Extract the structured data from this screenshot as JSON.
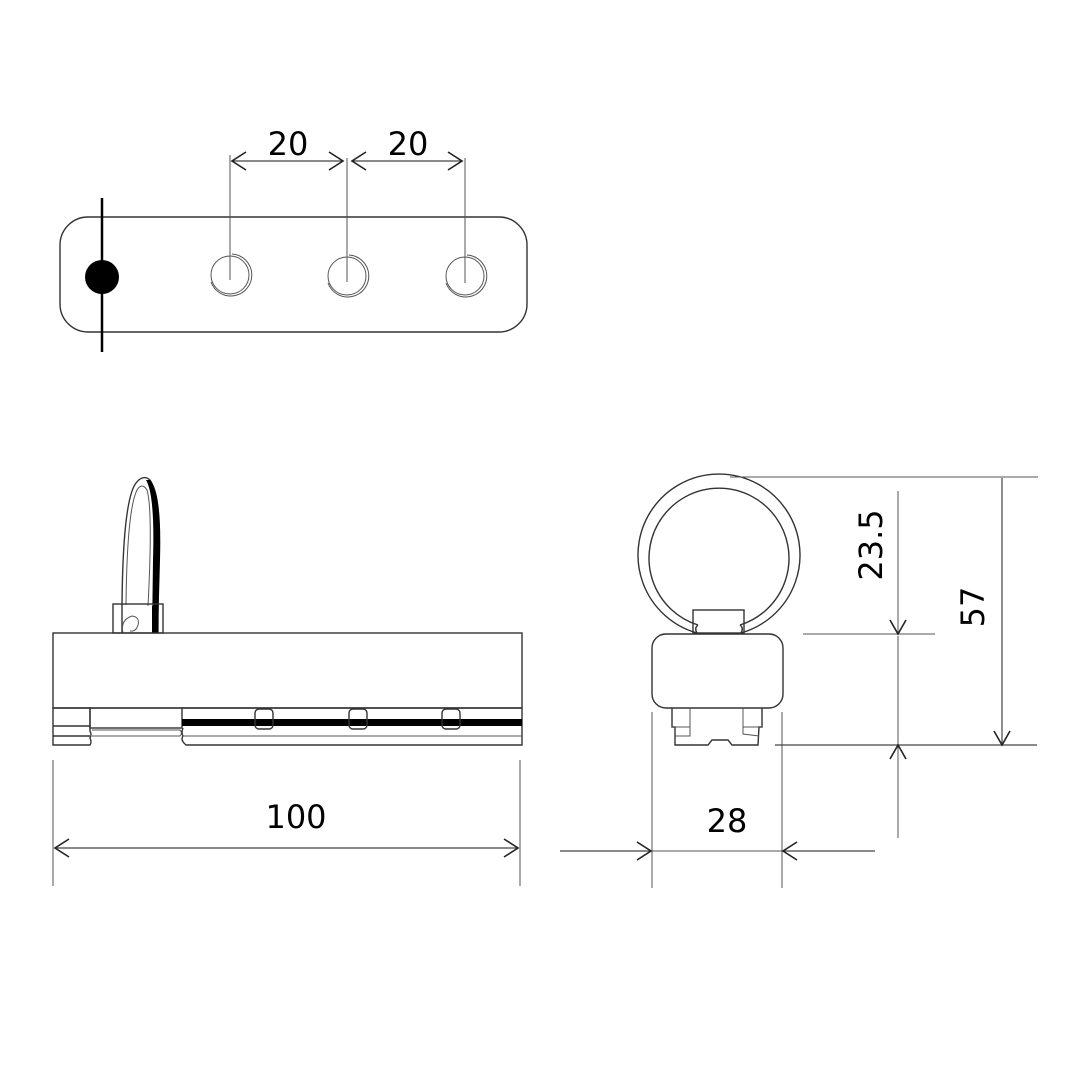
{
  "drawing": {
    "views": {
      "top": {
        "hole_spacing_1": "20",
        "hole_spacing_2": "20",
        "hole_count": 3
      },
      "front": {
        "overall_length": "100"
      },
      "side": {
        "width": "28",
        "ring_height": "23.5",
        "overall_height": "57"
      }
    },
    "colors": {
      "line": "#333333",
      "fill": "#000000",
      "background": "#ffffff"
    }
  }
}
